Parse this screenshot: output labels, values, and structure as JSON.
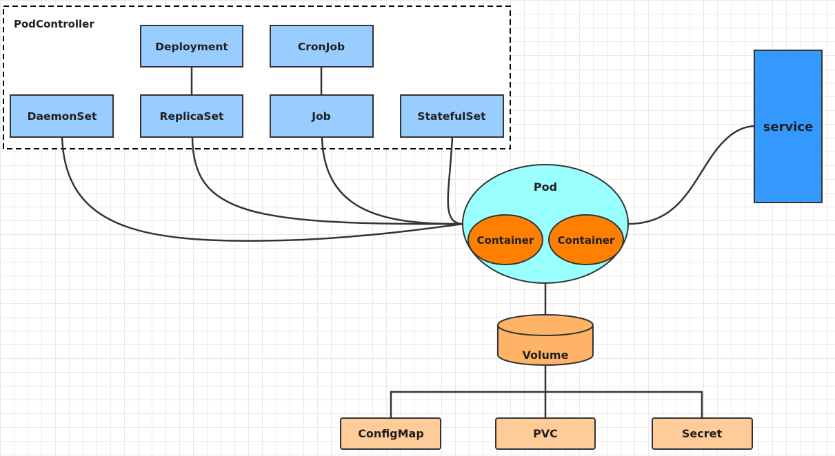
{
  "diagram": {
    "group_title": "PodController",
    "controllers": {
      "deployment": "Deployment",
      "cronjob": "CronJob",
      "daemonset": "DaemonSet",
      "replicaset": "ReplicaSet",
      "job": "Job",
      "statefulset": "StatefulSet"
    },
    "pod": {
      "title": "Pod",
      "containers": [
        "Container",
        "Container"
      ]
    },
    "service": "service",
    "volume": "Volume",
    "volume_sources": [
      "ConfigMap",
      "PVC",
      "Secret"
    ],
    "colors": {
      "controller_fill": "#99ccff",
      "pod_fill": "#99ffff",
      "container_fill": "#ff7f00",
      "service_fill": "#3399ff",
      "volume_fill": "#ffb366",
      "source_fill": "#ffcc99",
      "stroke": "#333333"
    }
  }
}
